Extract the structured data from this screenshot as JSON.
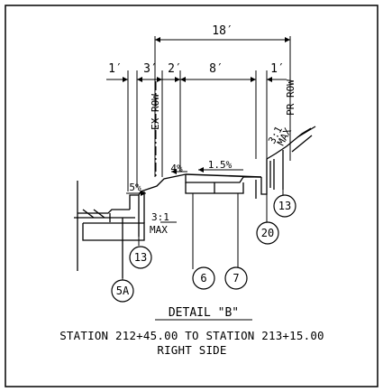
{
  "dimensions": {
    "overall": "18′",
    "d1": "1′",
    "d2": "3′",
    "d3": "2′",
    "d4": "8′",
    "d5": "1′"
  },
  "labels": {
    "ex_row": "EX ROW",
    "pr_row": "PR ROW",
    "slope_5": "5%",
    "slope_4": "4%",
    "slope_15": "1.5%",
    "slope_31_lower": "3:1",
    "max_lower": "MAX",
    "slope_31_upper": "3:1",
    "max_upper": "MAX"
  },
  "callouts": [
    "13",
    "5A",
    "6",
    "7",
    "20",
    "13"
  ],
  "detail": {
    "title": "DETAIL \"B\"",
    "station": "STATION 212+45.00 TO STATION 213+15.00",
    "side": "RIGHT SIDE"
  }
}
